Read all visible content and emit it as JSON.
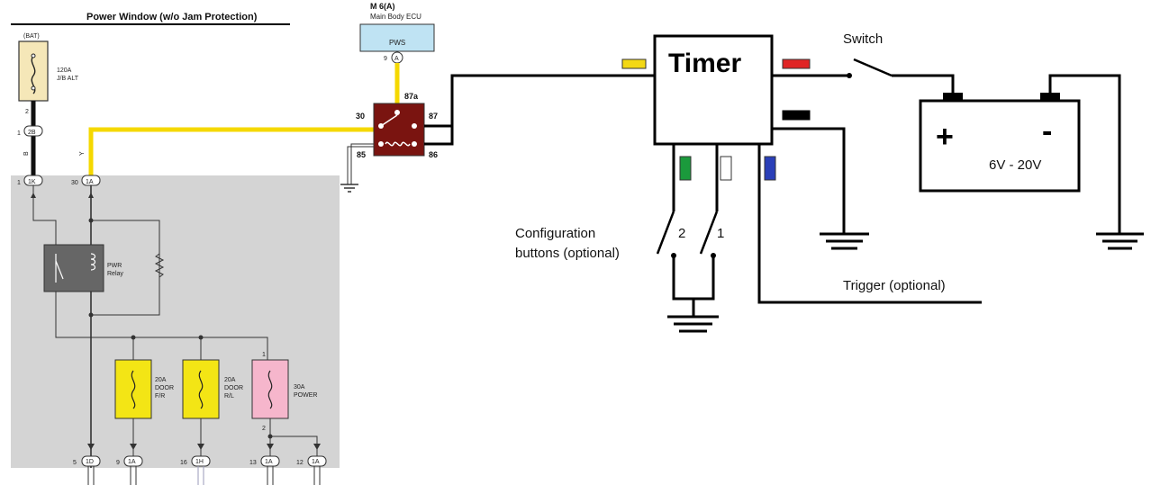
{
  "left_diagram": {
    "title": "Power Window (w/o Jam Protection)",
    "bat_label": "(BAT)",
    "fuse_120a": "120A",
    "fuse_120a_sub": "J/B ALT",
    "pin_2_top": "2",
    "connector_2b_pin": "1",
    "connector_2b": "2B",
    "wire_b": "B",
    "wire_y": "Y",
    "connector_1k_pin": "1",
    "connector_1k": "1K",
    "connector_1a_top_pin": "30",
    "connector_1a_top": "1A",
    "relay_label_1": "PWR",
    "relay_label_2": "Relay",
    "fuse_door_fr_1": "20A",
    "fuse_door_fr_2": "DOOR",
    "fuse_door_fr_3": "F/R",
    "fuse_door_rl_1": "20A",
    "fuse_door_rl_2": "DOOR",
    "fuse_door_rl_3": "R/L",
    "fuse_power_1": "30A",
    "fuse_power_2": "POWER",
    "fuse_power_pin_top": "1",
    "fuse_power_pin_bottom": "2",
    "bottom_connectors": [
      {
        "pin": "5",
        "name": "1D"
      },
      {
        "pin": "9",
        "name": "1A"
      },
      {
        "pin": "16",
        "name": "1H"
      },
      {
        "pin": "13",
        "name": "1A"
      },
      {
        "pin": "12",
        "name": "1A"
      }
    ]
  },
  "ecu": {
    "code": "M 6(A)",
    "name": "Main Body ECU",
    "box_label": "PWS",
    "pin": "9",
    "connector": "A"
  },
  "relay": {
    "pin_87a": "87a",
    "pin_30": "30",
    "pin_87": "87",
    "pin_85": "85",
    "pin_86": "86"
  },
  "right_diagram": {
    "timer_label": "Timer",
    "switch_label": "Switch",
    "battery_plus": "+",
    "battery_minus": "-",
    "battery_voltage": "6V - 20V",
    "config_label_1": "Configuration",
    "config_label_2": "buttons (optional)",
    "button_2": "2",
    "button_1": "1",
    "trigger_label": "Trigger (optional)"
  },
  "colors": {
    "wire_yellow": "#f5d800",
    "relay_fill": "#7a1410",
    "panel_gray": "#d4d4d4",
    "fuse_yellow": "#f3e515",
    "fuse_pink": "#f6b6cc",
    "fuse_cream": "#f5e7b8",
    "ecu_blue": "#bfe3f3",
    "tab_yellow": "#f3d815",
    "tab_red": "#e02424",
    "tab_black": "#000000",
    "tab_green": "#1b9a3c",
    "tab_white": "#ffffff",
    "tab_blue": "#2a3fb8"
  }
}
